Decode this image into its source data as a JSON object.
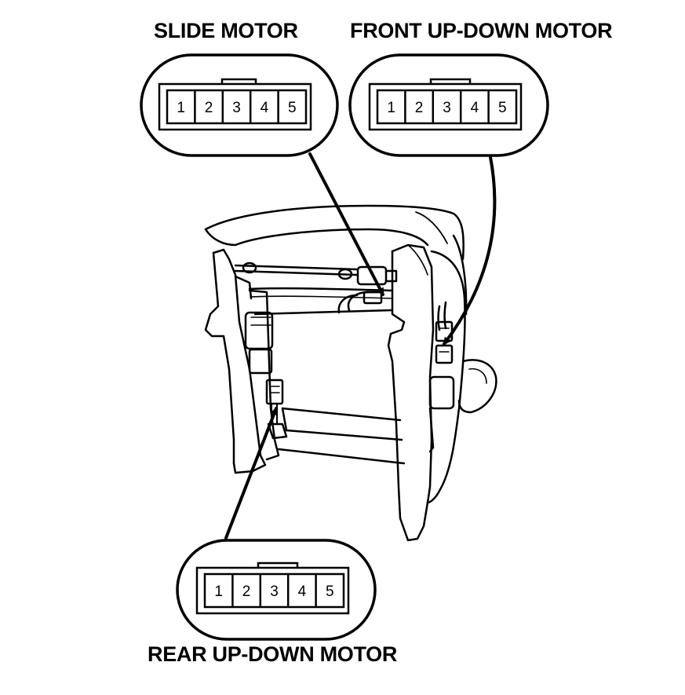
{
  "labels": {
    "slide_motor": "SLIDE MOTOR",
    "front_up_down_motor": "FRONT UP-DOWN MOTOR",
    "rear_up_down_motor": "REAR UP-DOWN MOTOR"
  },
  "connectors": {
    "slide_motor_pins": [
      "1",
      "2",
      "3",
      "4",
      "5"
    ],
    "front_up_down_motor_pins": [
      "1",
      "2",
      "3",
      "4",
      "5"
    ],
    "rear_up_down_motor_pins": [
      "1",
      "2",
      "3",
      "4",
      "5"
    ]
  },
  "colors": {
    "ink": "#000000",
    "paper": "#ffffff"
  }
}
